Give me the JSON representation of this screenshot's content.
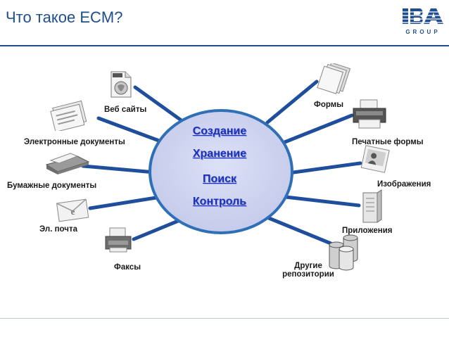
{
  "header": {
    "title": "Что такое ECM?",
    "logo_main": "IBA",
    "logo_sub": "GROUP"
  },
  "center": {
    "items": [
      "Создание",
      "Хранение",
      "Поиск",
      "Контроль"
    ]
  },
  "nodes": {
    "web": "Веб сайты",
    "edocs": "Электронные документы",
    "paper": "Бумажные документы",
    "email": "Эл. почта",
    "fax": "Факсы",
    "forms": "Формы",
    "printed": "Печатные формы",
    "images": "Изображения",
    "apps": "Приложения",
    "repo_line1": "Другие",
    "repo_line2": "репозитории"
  },
  "icons": {
    "web": "web-page-icon",
    "edocs": "documents-stack-icon",
    "paper": "scanner-icon",
    "email": "envelope-icon",
    "fax": "fax-icon",
    "forms": "forms-stack-icon",
    "printed": "printer-icon",
    "images": "image-document-icon",
    "apps": "server-icon",
    "repo": "database-icon"
  },
  "colors": {
    "title": "#1f4e8c",
    "ellipse_fill": "#ced3ef",
    "ellipse_stroke": "#2f6fb5",
    "spoke": "#1f4e9c",
    "center_text": "#1c2fb8"
  }
}
